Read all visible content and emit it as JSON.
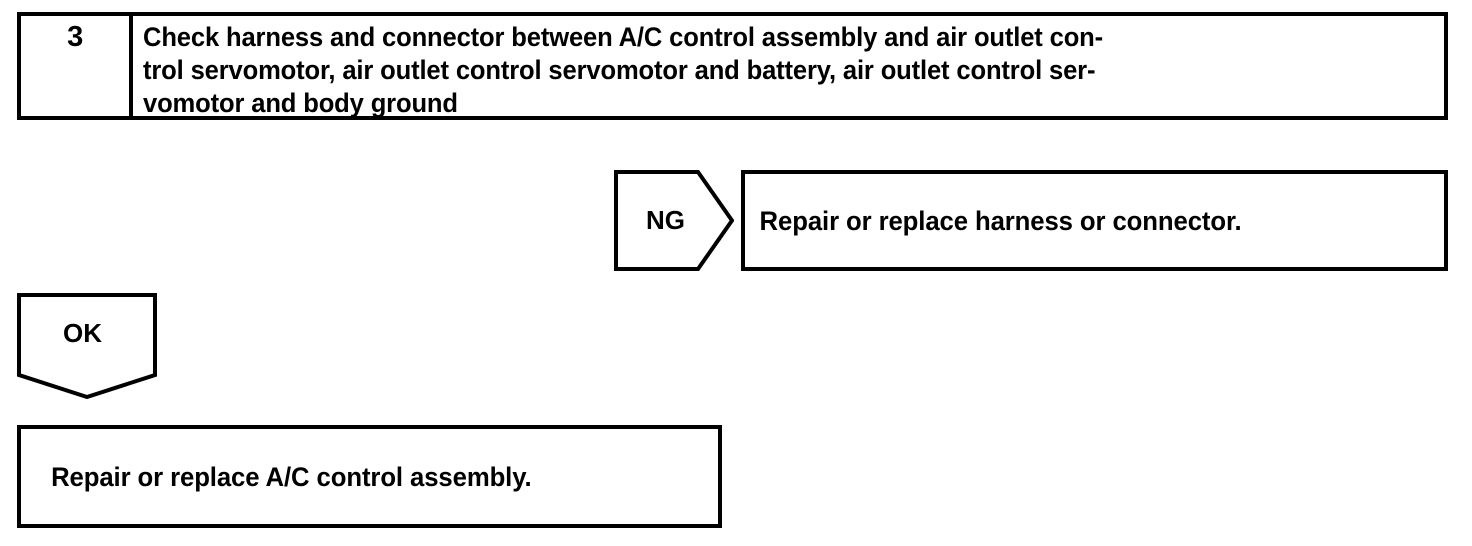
{
  "diagram": {
    "type": "troubleshooting-flowchart",
    "colors": {
      "stroke": "#000000",
      "background": "#ffffff",
      "text": "#000000"
    },
    "step": {
      "number": "3",
      "text_lines": [
        "Check harness and connector between A/C control assembly and air outlet con-",
        "trol servomotor, air outlet control servomotor and battery, air outlet control ser-",
        "vomotor and body ground"
      ],
      "full_text": "Check harness and connector between A/C control assembly and air outlet control servomotor, air outlet control servomotor and battery, air outlet control servomotor and body ground"
    },
    "branches": {
      "ng": {
        "label": "NG",
        "arrow_direction": "right",
        "result_text": "Repair or replace harness or connector."
      },
      "ok": {
        "label": "OK",
        "arrow_direction": "down",
        "result_text": "Repair or replace A/C control assembly."
      }
    }
  }
}
